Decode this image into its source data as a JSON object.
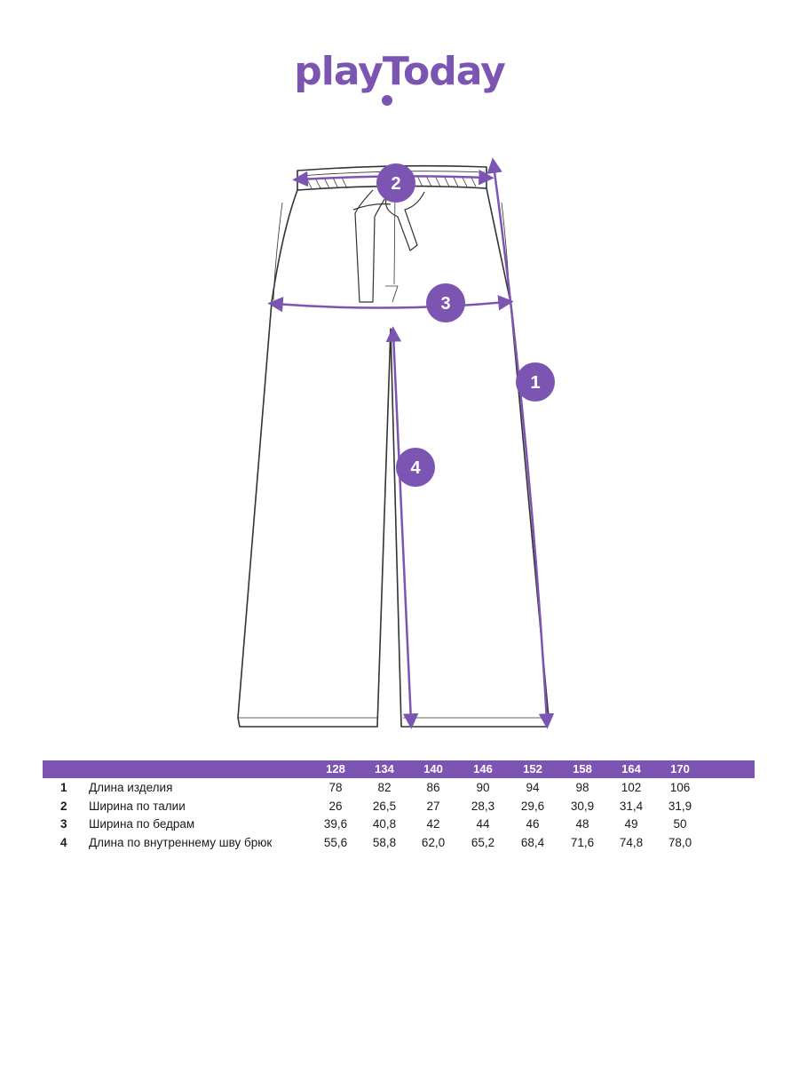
{
  "brand": {
    "logo_text": "playToday",
    "accent_color": "#7c55b3"
  },
  "markers": {
    "m1": "1",
    "m2": "2",
    "m3": "3",
    "m4": "4"
  },
  "table": {
    "header_color": "#7c55b3",
    "sizes": [
      "128",
      "134",
      "140",
      "146",
      "152",
      "158",
      "164",
      "170"
    ],
    "rows": [
      {
        "num": "1",
        "label": "Длина изделия",
        "values": [
          "78",
          "82",
          "86",
          "90",
          "94",
          "98",
          "102",
          "106"
        ]
      },
      {
        "num": "2",
        "label": "Ширина по талии",
        "values": [
          "26",
          "26,5",
          "27",
          "28,3",
          "29,6",
          "30,9",
          "31,4",
          "31,9"
        ]
      },
      {
        "num": "3",
        "label": "Ширина по бедрам",
        "values": [
          "39,6",
          "40,8",
          "42",
          "44",
          "46",
          "48",
          "49",
          "50"
        ]
      },
      {
        "num": "4",
        "label": "Длина по внутреннему шву брюк",
        "values": [
          "55,6",
          "58,8",
          "62,0",
          "65,2",
          "68,4",
          "71,6",
          "74,8",
          "78,0"
        ]
      }
    ]
  }
}
